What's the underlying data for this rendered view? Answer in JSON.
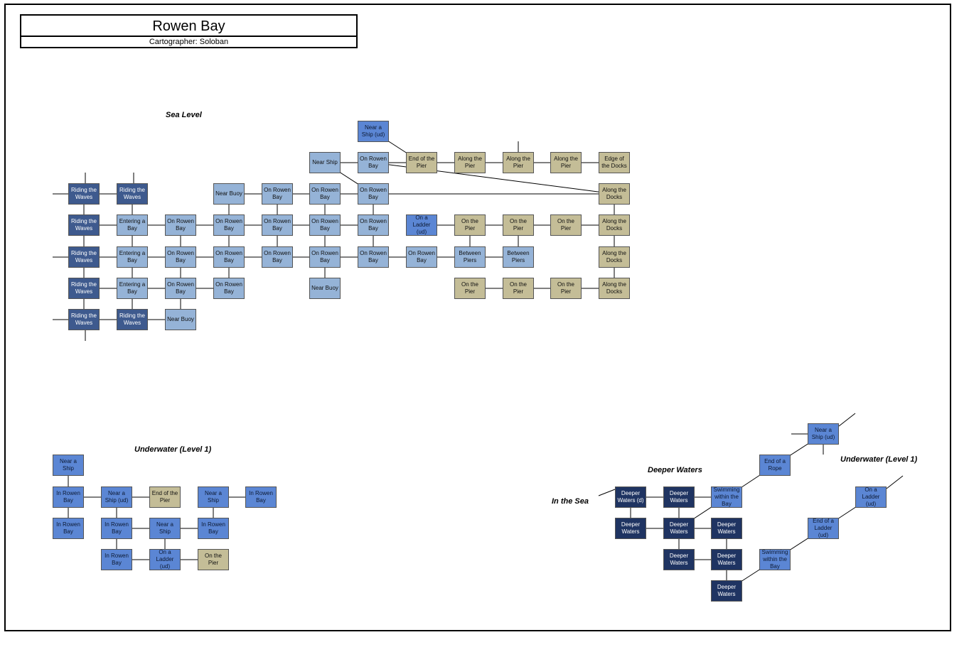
{
  "title": "Rowen Bay",
  "cartographer": "Cartographer: Soloban",
  "sections": {
    "sea_level": "Sea Level",
    "underwater_left": "Underwater (Level 1)",
    "deeper_waters": "Deeper Waters",
    "in_the_sea": "In the Sea",
    "underwater_right": "Underwater (Level 1)"
  },
  "colors": {
    "dark": "#3e5a8e",
    "light": "#95b3d7",
    "mid": "#5b86d4",
    "tan": "#c4bd97",
    "navy": "#1f3462"
  },
  "rooms": [
    {
      "id": "s1",
      "label": "Near a Ship (ud)",
      "color": "mid"
    },
    {
      "id": "s2",
      "label": "Near Ship",
      "color": "light"
    },
    {
      "id": "s3",
      "label": "On Rowen Bay",
      "color": "light"
    },
    {
      "id": "s4",
      "label": "End of the Pier",
      "color": "tan"
    },
    {
      "id": "s5",
      "label": "Along the Pier",
      "color": "tan"
    },
    {
      "id": "s6",
      "label": "Along the Pier",
      "color": "tan"
    },
    {
      "id": "s7",
      "label": "Along the Pier",
      "color": "tan"
    },
    {
      "id": "s8",
      "label": "Edge of the Docks",
      "color": "tan"
    },
    {
      "id": "r1c1",
      "label": "Riding the Waves",
      "color": "dark"
    },
    {
      "id": "r1c2",
      "label": "Riding the Waves",
      "color": "dark"
    },
    {
      "id": "r1c4",
      "label": "Near Buoy",
      "color": "light"
    },
    {
      "id": "r1c5",
      "label": "On Rowen Bay",
      "color": "light"
    },
    {
      "id": "r1c6",
      "label": "On Rowen Bay",
      "color": "light"
    },
    {
      "id": "r1c7",
      "label": "On Rowen Bay",
      "color": "light"
    },
    {
      "id": "r1c12",
      "label": "Along the Docks",
      "color": "tan"
    },
    {
      "id": "r2c1",
      "label": "Riding the Waves",
      "color": "dark"
    },
    {
      "id": "r2c2",
      "label": "Entering a Bay",
      "color": "light"
    },
    {
      "id": "r2c3",
      "label": "On Rowen Bay",
      "color": "light"
    },
    {
      "id": "r2c4",
      "label": "On Rowen Bay",
      "color": "light"
    },
    {
      "id": "r2c5",
      "label": "On Rowen Bay",
      "color": "light"
    },
    {
      "id": "r2c6",
      "label": "On Rowen Bay",
      "color": "light"
    },
    {
      "id": "r2c7",
      "label": "On Rowen Bay",
      "color": "light"
    },
    {
      "id": "r2c8",
      "label": "On a Ladder (ud)",
      "color": "mid"
    },
    {
      "id": "r2c9",
      "label": "On the Pier",
      "color": "tan"
    },
    {
      "id": "r2c10",
      "label": "On the Pier",
      "color": "tan"
    },
    {
      "id": "r2c11",
      "label": "On the Pier",
      "color": "tan"
    },
    {
      "id": "r2c12",
      "label": "Along the Docks",
      "color": "tan"
    },
    {
      "id": "r3c1",
      "label": "Riding the Waves",
      "color": "dark"
    },
    {
      "id": "r3c2",
      "label": "Entering a Bay",
      "color": "light"
    },
    {
      "id": "r3c3",
      "label": "On Rowen Bay",
      "color": "light"
    },
    {
      "id": "r3c4",
      "label": "On Rowen Bay",
      "color": "light"
    },
    {
      "id": "r3c5",
      "label": "On Rowen Bay",
      "color": "light"
    },
    {
      "id": "r3c6",
      "label": "On Rowen Bay",
      "color": "light"
    },
    {
      "id": "r3c7",
      "label": "On Rowen Bay",
      "color": "light"
    },
    {
      "id": "r3c8",
      "label": "On Rowen Bay",
      "color": "light"
    },
    {
      "id": "r3c9",
      "label": "Between Piers",
      "color": "light"
    },
    {
      "id": "r3c10",
      "label": "Between Piers",
      "color": "light"
    },
    {
      "id": "r3c12",
      "label": "Along the Docks",
      "color": "tan"
    },
    {
      "id": "r4c1",
      "label": "Riding the Waves",
      "color": "dark"
    },
    {
      "id": "r4c2",
      "label": "Entering a Bay",
      "color": "light"
    },
    {
      "id": "r4c3",
      "label": "On Rowen Bay",
      "color": "light"
    },
    {
      "id": "r4c4",
      "label": "On Rowen Bay",
      "color": "light"
    },
    {
      "id": "r4c6",
      "label": "Near Buoy",
      "color": "light"
    },
    {
      "id": "r4c9",
      "label": "On the Pier",
      "color": "tan"
    },
    {
      "id": "r4c10",
      "label": "On the Pier",
      "color": "tan"
    },
    {
      "id": "r4c11",
      "label": "On the Pier",
      "color": "tan"
    },
    {
      "id": "r4c12",
      "label": "Along the Docks",
      "color": "tan"
    },
    {
      "id": "r5c1",
      "label": "Riding the Waves",
      "color": "dark"
    },
    {
      "id": "r5c2",
      "label": "Riding the Waves",
      "color": "dark"
    },
    {
      "id": "r5c3",
      "label": "Near Buoy",
      "color": "light"
    },
    {
      "id": "u1",
      "label": "Near a Ship",
      "color": "mid"
    },
    {
      "id": "u2",
      "label": "In Rowen Bay",
      "color": "mid"
    },
    {
      "id": "u3",
      "label": "Near a Ship (ud)",
      "color": "mid"
    },
    {
      "id": "u4",
      "label": "End of the Pier",
      "color": "tan"
    },
    {
      "id": "u5",
      "label": "Near a Ship",
      "color": "mid"
    },
    {
      "id": "u6",
      "label": "In Rowen Bay",
      "color": "mid"
    },
    {
      "id": "u7",
      "label": "In Rowen Bay",
      "color": "mid"
    },
    {
      "id": "u8",
      "label": "In Rowen Bay",
      "color": "mid"
    },
    {
      "id": "u9",
      "label": "Near a Ship",
      "color": "mid"
    },
    {
      "id": "u10",
      "label": "In Rowen Bay",
      "color": "mid"
    },
    {
      "id": "u11",
      "label": "In Rowen Bay",
      "color": "mid"
    },
    {
      "id": "u12",
      "label": "On a Ladder (ud)",
      "color": "mid"
    },
    {
      "id": "u13",
      "label": "On the Pier",
      "color": "tan"
    },
    {
      "id": "d1",
      "label": "Near a Ship (ud)",
      "color": "mid"
    },
    {
      "id": "d2",
      "label": "End of a Rope",
      "color": "mid"
    },
    {
      "id": "d3",
      "label": "Deeper Waters (d)",
      "color": "navy"
    },
    {
      "id": "d4",
      "label": "Deeper Waters",
      "color": "navy"
    },
    {
      "id": "d5",
      "label": "Swimming within the Bay",
      "color": "mid"
    },
    {
      "id": "d6",
      "label": "Deeper Waters",
      "color": "navy"
    },
    {
      "id": "d7",
      "label": "Deeper Waters",
      "color": "navy"
    },
    {
      "id": "d8",
      "label": "Deeper Waters",
      "color": "navy"
    },
    {
      "id": "d9",
      "label": "Deeper Waters",
      "color": "navy"
    },
    {
      "id": "d10",
      "label": "Deeper Waters",
      "color": "navy"
    },
    {
      "id": "d11",
      "label": "Deeper Waters",
      "color": "navy"
    },
    {
      "id": "d12",
      "label": "On a Ladder (ud)",
      "color": "mid"
    },
    {
      "id": "d13",
      "label": "End of a Ladder (ud)",
      "color": "mid"
    },
    {
      "id": "d14",
      "label": "Swimming within the Bay",
      "color": "mid"
    }
  ],
  "links": [
    [
      "s1",
      "s4"
    ],
    [
      "s2",
      "s3"
    ],
    [
      "s3",
      "s4"
    ],
    [
      "s4",
      "s5"
    ],
    [
      "s5",
      "s6"
    ],
    [
      "s6",
      "s7"
    ],
    [
      "s7",
      "s8"
    ],
    [
      "s2",
      "r1c7"
    ],
    [
      "s3",
      "r1c12"
    ],
    [
      "r1c1",
      "r1c2"
    ],
    [
      "r1c4",
      "r1c5"
    ],
    [
      "r1c5",
      "r1c6"
    ],
    [
      "r1c6",
      "r1c7"
    ],
    [
      "r1c7",
      "r1c12"
    ],
    [
      "r2c1",
      "r2c2"
    ],
    [
      "r2c2",
      "r2c3"
    ],
    [
      "r2c3",
      "r2c4"
    ],
    [
      "r2c4",
      "r2c5"
    ],
    [
      "r2c5",
      "r2c6"
    ],
    [
      "r2c6",
      "r2c7"
    ],
    [
      "r2c8",
      "r2c9"
    ],
    [
      "r2c9",
      "r2c10"
    ],
    [
      "r2c10",
      "r2c11"
    ],
    [
      "r2c11",
      "r2c12"
    ],
    [
      "r3c1",
      "r3c2"
    ],
    [
      "r3c2",
      "r3c3"
    ],
    [
      "r3c3",
      "r3c4"
    ],
    [
      "r3c4",
      "r3c5"
    ],
    [
      "r3c5",
      "r3c6"
    ],
    [
      "r3c6",
      "r3c7"
    ],
    [
      "r3c7",
      "r3c8"
    ],
    [
      "r3c8",
      "r3c9"
    ],
    [
      "r3c9",
      "r3c10"
    ],
    [
      "r4c1",
      "r4c2"
    ],
    [
      "r4c2",
      "r4c3"
    ],
    [
      "r4c3",
      "r4c4"
    ],
    [
      "r4c9",
      "r4c10"
    ],
    [
      "r4c10",
      "r4c11"
    ],
    [
      "r4c11",
      "r4c12"
    ],
    [
      "r5c1",
      "r5c2"
    ],
    [
      "r5c2",
      "r5c3"
    ],
    [
      "r1c1",
      "r2c1"
    ],
    [
      "r2c1",
      "r3c1"
    ],
    [
      "r3c1",
      "r4c1"
    ],
    [
      "r4c1",
      "r5c1"
    ],
    [
      "r1c2",
      "r2c2"
    ],
    [
      "r2c2",
      "r3c2"
    ],
    [
      "r3c2",
      "r4c2"
    ],
    [
      "r4c2",
      "r5c2"
    ],
    [
      "r2c3",
      "r3c3"
    ],
    [
      "r3c3",
      "r4c3"
    ],
    [
      "r4c3",
      "r5c3"
    ],
    [
      "r1c4",
      "r2c4"
    ],
    [
      "r2c4",
      "r3c4"
    ],
    [
      "r3c4",
      "r4c4"
    ],
    [
      "r1c5",
      "r2c5"
    ],
    [
      "r2c5",
      "r3c5"
    ],
    [
      "r1c6",
      "r2c6"
    ],
    [
      "r2c6",
      "r3c6"
    ],
    [
      "r3c6",
      "r4c6"
    ],
    [
      "r1c7",
      "r2c7"
    ],
    [
      "r2c7",
      "r3c7"
    ],
    [
      "r2c9",
      "r3c9"
    ],
    [
      "r2c10",
      "r3c10"
    ],
    [
      "r1c12",
      "r2c12"
    ],
    [
      "r2c12",
      "r3c12"
    ],
    [
      "r3c12",
      "r4c12"
    ],
    [
      "u1",
      "u2"
    ],
    [
      "u2",
      "u3"
    ],
    [
      "u3",
      "u4"
    ],
    [
      "u5",
      "u6"
    ],
    [
      "u2",
      "u7"
    ],
    [
      "u3",
      "u8"
    ],
    [
      "u8",
      "u9"
    ],
    [
      "u9",
      "u10"
    ],
    [
      "u5",
      "u10"
    ],
    [
      "u8",
      "u11"
    ],
    [
      "u9",
      "u12"
    ],
    [
      "u11",
      "u12"
    ],
    [
      "u12",
      "u13"
    ],
    [
      "d1",
      "d2"
    ],
    [
      "d2",
      "d5"
    ],
    [
      "d3",
      "d4"
    ],
    [
      "d4",
      "d5"
    ],
    [
      "d3",
      "d6"
    ],
    [
      "d4",
      "d7"
    ],
    [
      "d6",
      "d7"
    ],
    [
      "d7",
      "d8"
    ],
    [
      "d5",
      "d7"
    ],
    [
      "d7",
      "d9"
    ],
    [
      "d8",
      "d10"
    ],
    [
      "d9",
      "d10"
    ],
    [
      "d10",
      "d11"
    ],
    [
      "d8",
      "d11"
    ],
    [
      "d11",
      "d14"
    ],
    [
      "d14",
      "d13"
    ],
    [
      "d13",
      "d12"
    ]
  ]
}
